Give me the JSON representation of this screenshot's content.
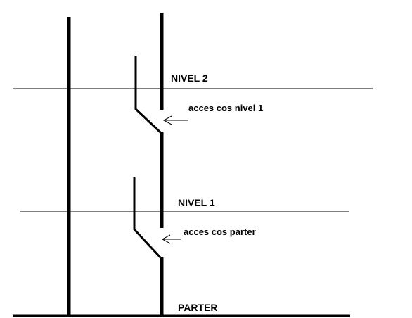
{
  "labels": {
    "nivel_2": "NIVEL 2",
    "nivel_1": "NIVEL 1",
    "parter": "PARTER",
    "access_nivel_1": "acces cos nivel 1",
    "access_parter": "acces cos parter"
  },
  "colors": {
    "ink": "#000000",
    "background": "#ffffff"
  }
}
